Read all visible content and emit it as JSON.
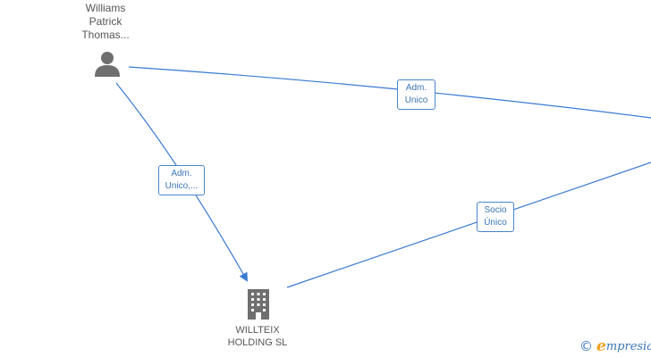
{
  "nodes": {
    "person": {
      "label": "Williams\nPatrick\nThomas..."
    },
    "company": {
      "label": "WILLTEIX\nHOLDING  SL"
    }
  },
  "edges": {
    "person_to_offscreen": {
      "label": "Adm.\nUnico"
    },
    "person_to_company": {
      "label": "Adm.\nUnico,..."
    },
    "company_to_offscreen": {
      "label": "Socio\nÚnico"
    }
  },
  "brand": {
    "copyright": "©",
    "initial": "e",
    "name": "mpresia"
  },
  "colors": {
    "edge": "#3a7ad0",
    "icon": "#6f6f6f",
    "text": "#555555"
  },
  "icons": {
    "person": "person-icon",
    "company": "building-icon"
  }
}
